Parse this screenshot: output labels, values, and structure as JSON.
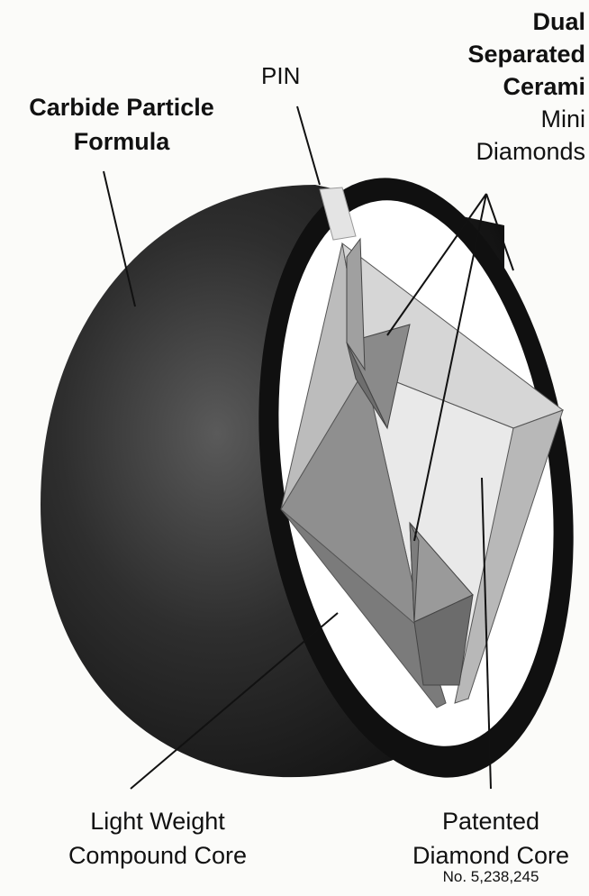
{
  "labels": {
    "dual": [
      "Dual",
      "Separated",
      "Cerami"
    ],
    "mini": [
      "Mini",
      "Diamonds"
    ],
    "pin": "PIN",
    "carbide": [
      "Carbide Particle",
      "Formula"
    ],
    "light_weight": [
      "Light Weight",
      "Compound Core"
    ],
    "patented": [
      "Patented",
      "Diamond Core"
    ],
    "patent_number": "No. 5,238,245"
  },
  "colors": {
    "shell_dark": "#141414",
    "shell_mid": "#4a4a4a",
    "core_white": "#ffffff",
    "diamond_light": "#cfcfcf",
    "diamond_mid": "#a8a8a8",
    "diamond_dark": "#7a7a7a",
    "leader_line": "#111111"
  }
}
